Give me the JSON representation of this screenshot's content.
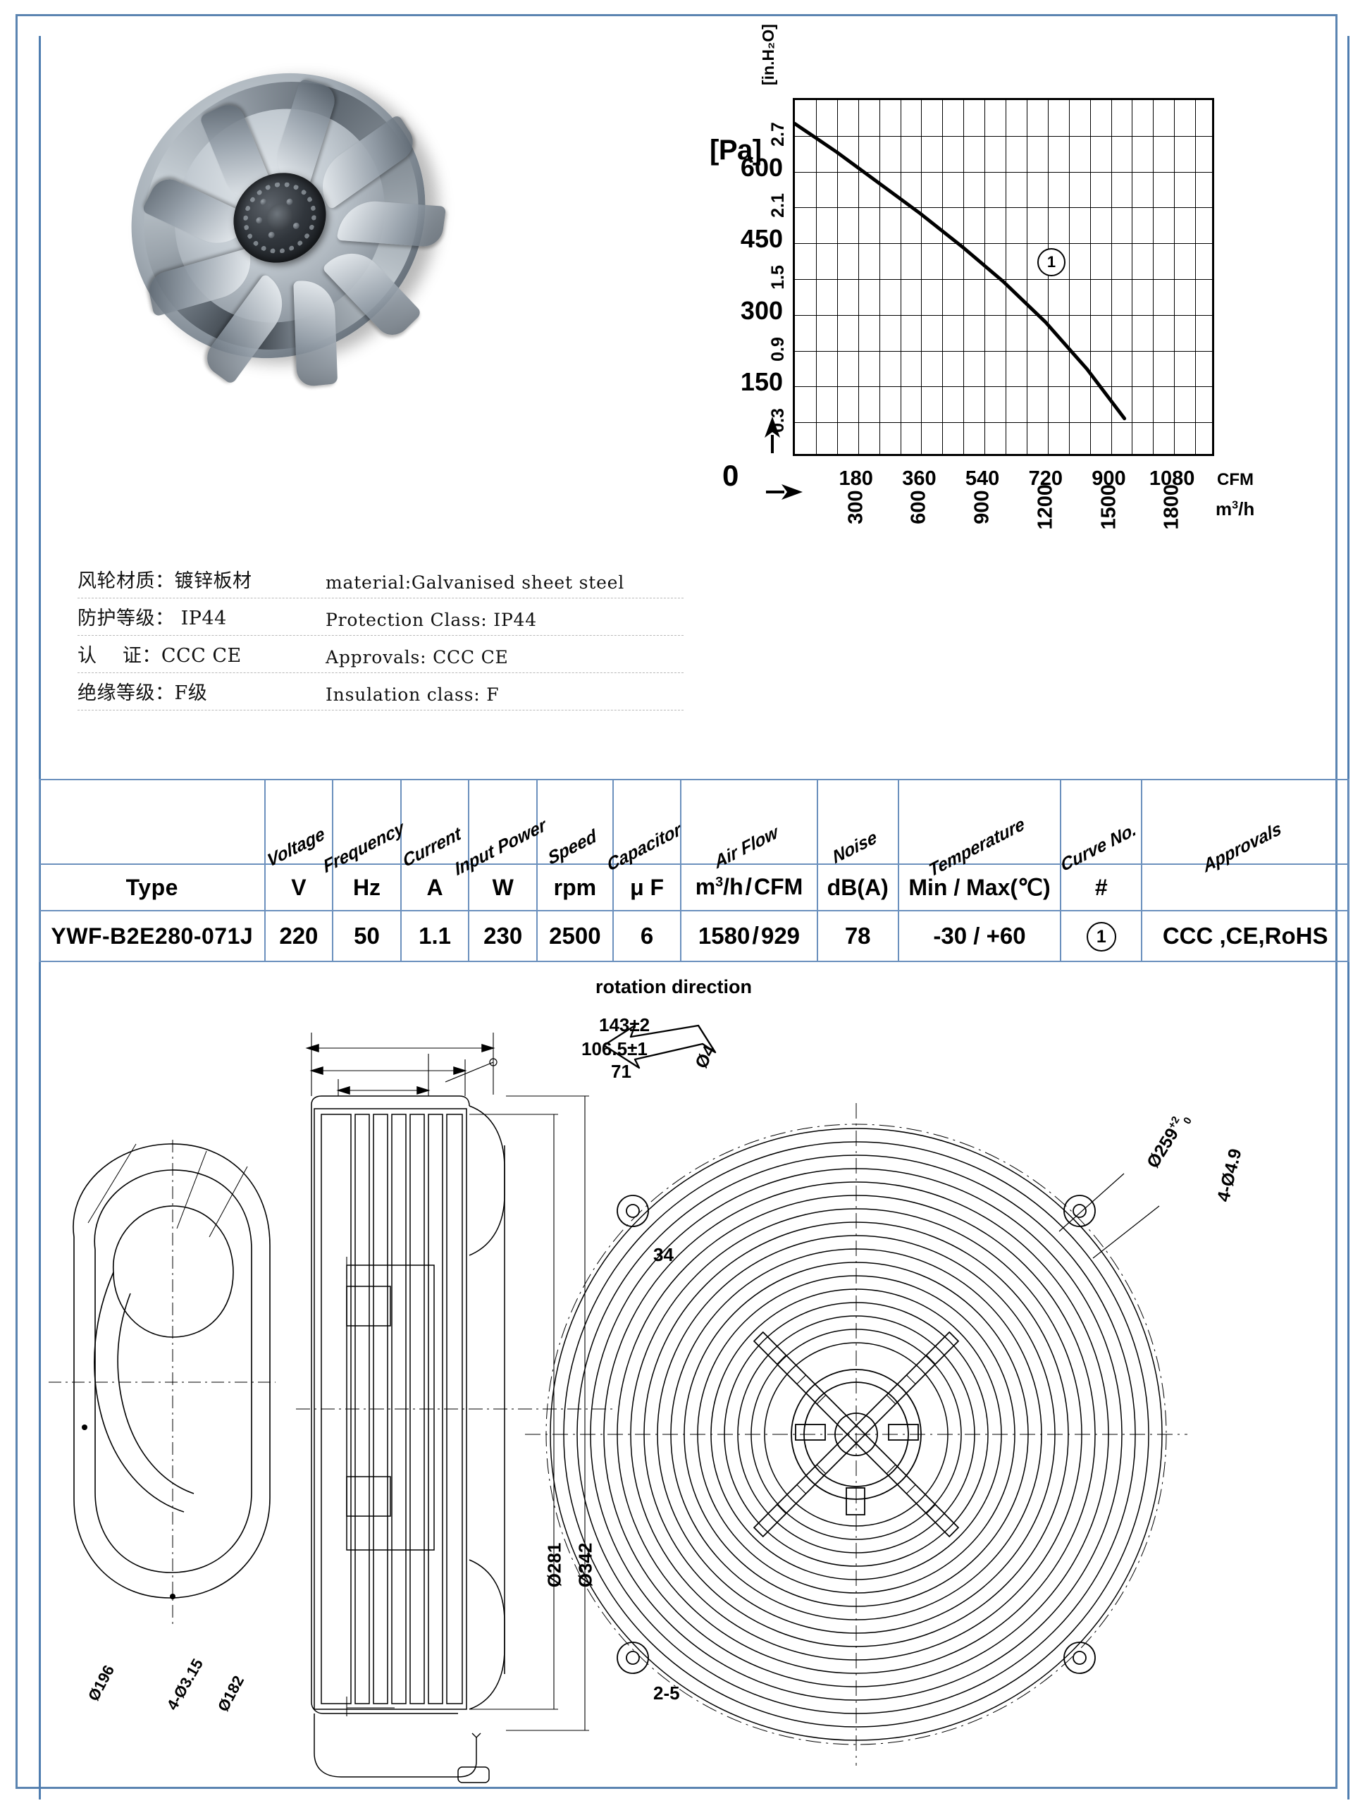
{
  "product": {
    "photo_alt": "centrifugal-fan-impeller"
  },
  "specs": [
    {
      "cn": "风轮材质：镀锌板材",
      "en": "material:Galvanised sheet steel"
    },
    {
      "cn": "防护等级： IP44",
      "en": "Protection Class: IP44"
    },
    {
      "cn": "认    证：CCC CE",
      "en": "Approvals: CCC  CE"
    },
    {
      "cn": "绝缘等级：F级",
      "en": "Insulation class: F"
    }
  ],
  "chart_data": {
    "type": "line",
    "title": "",
    "xlabel": "CFM",
    "ylabel": "Pa",
    "secondary_xlabel": "m3/h",
    "secondary_ylabel": "in.H2O",
    "grid": true,
    "legend": "",
    "axis_unit_pa": "[Pa]",
    "axis_unit_inh2o": "[in.H₂O]",
    "axis_unit_cfm": "CFM",
    "axis_unit_mh": "m",
    "axis_unit_mh_sup": "3",
    "axis_unit_mh_tail": "/h",
    "origin_label": "0",
    "curve_number": "1",
    "ylim_pa": [
      0,
      750
    ],
    "ylim_inh2o": [
      0,
      3.0
    ],
    "xlim_cfm": [
      0,
      1200
    ],
    "xlim_mh": [
      0,
      2000
    ],
    "yticks_pa": [
      "600",
      "450",
      "300",
      "150"
    ],
    "yticks_pa_values": [
      600,
      450,
      300,
      150
    ],
    "yticks_inh2o": [
      "2.7",
      "2.1",
      "1.5",
      "0.9",
      "0.3"
    ],
    "yticks_inh2o_values": [
      2.7,
      2.1,
      1.5,
      0.9,
      0.3
    ],
    "xticks_cfm": [
      "180",
      "360",
      "540",
      "720",
      "900",
      "1080"
    ],
    "xticks_cfm_values": [
      180,
      360,
      540,
      720,
      900,
      1080
    ],
    "xticks_mh": [
      "300",
      "600",
      "900",
      "1200",
      "1500",
      "1800"
    ],
    "xticks_mh_values": [
      300,
      600,
      900,
      1200,
      1500,
      1800
    ],
    "series": [
      {
        "name": "1",
        "x_mh": [
          0,
          200,
          400,
          600,
          800,
          1000,
          1200,
          1400,
          1580
        ],
        "y_pa": [
          700,
          640,
          575,
          510,
          440,
          365,
          280,
          180,
          75
        ]
      }
    ]
  },
  "table": {
    "headers_rotated": [
      "",
      "Voltage",
      "Frequency",
      "Current",
      "Input Power",
      "Speed",
      "Capacitor",
      "Air Flow",
      "Noise",
      "Temperature",
      "Curve No.",
      "Approvals"
    ],
    "units_row": {
      "type": "Type",
      "voltage": "V",
      "frequency": "Hz",
      "current": "A",
      "power": "W",
      "speed": "rpm",
      "capacitor": "μ F",
      "airflow_a": "m",
      "airflow_sup": "3",
      "airflow_b": "/h",
      "airflow_c": "CFM",
      "noise": "dB(A)",
      "temperature": "Min / Max(℃)",
      "curve": "#",
      "approvals": ""
    },
    "data_row": {
      "type": "YWF-B2E280-071J",
      "voltage": "220",
      "frequency": "50",
      "current": "1.1",
      "power": "230",
      "speed": "2500",
      "capacitor": "6",
      "airflow_mh": "1580",
      "airflow_cfm": "929",
      "noise": "78",
      "temperature": "-30 / +60",
      "curve": "1",
      "approvals": "CCC ,CE,RoHS"
    }
  },
  "drawings": {
    "left_view": {
      "d196": "Ø196",
      "holes": "4-Ø3.15",
      "d182": "Ø182"
    },
    "section_view": {
      "len_total": "143±2",
      "len_mid": "106.5±1",
      "len_small": "71",
      "hole_d4": "Ø4",
      "depth34": "34",
      "d281": "Ø281",
      "d342": "Ø342",
      "slot": "2-5"
    },
    "front_view": {
      "rotation_label": "rotation direction",
      "d259": "Ø259",
      "d259_tol_up": "+2",
      "d259_tol_dn": "0",
      "holes": "4-Ø4.9"
    }
  }
}
